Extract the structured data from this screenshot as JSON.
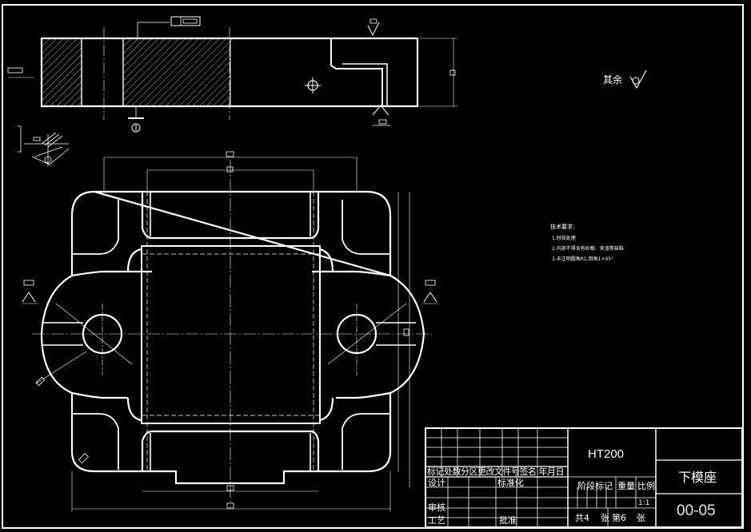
{
  "roughness": {
    "rest_label": "其余"
  },
  "technical_requirements": {
    "title": "技术要求：",
    "items": [
      "1.时效处理",
      "2.内部不得含有砂眼、夹渣等缺陷",
      "3.未注明圆角R1,倒角1×45°"
    ]
  },
  "title_block": {
    "material": "HT200",
    "part_name": "下模座",
    "drawing_number": "00-05",
    "revision_header": "标记处数分区更改文件号签名 年月日",
    "design_label": "设计",
    "standardization_label": "标准化",
    "review_label": "审核",
    "process_label": "工艺",
    "approve_label": "批准",
    "stage_mark_label": "阶段标记",
    "weight_label": "重量",
    "scale_label": "比例",
    "scale_value": "1:1",
    "total_sheets": "共4",
    "sheet_label": "张",
    "sheet_number": "第6",
    "sheet_label_2": "张"
  }
}
